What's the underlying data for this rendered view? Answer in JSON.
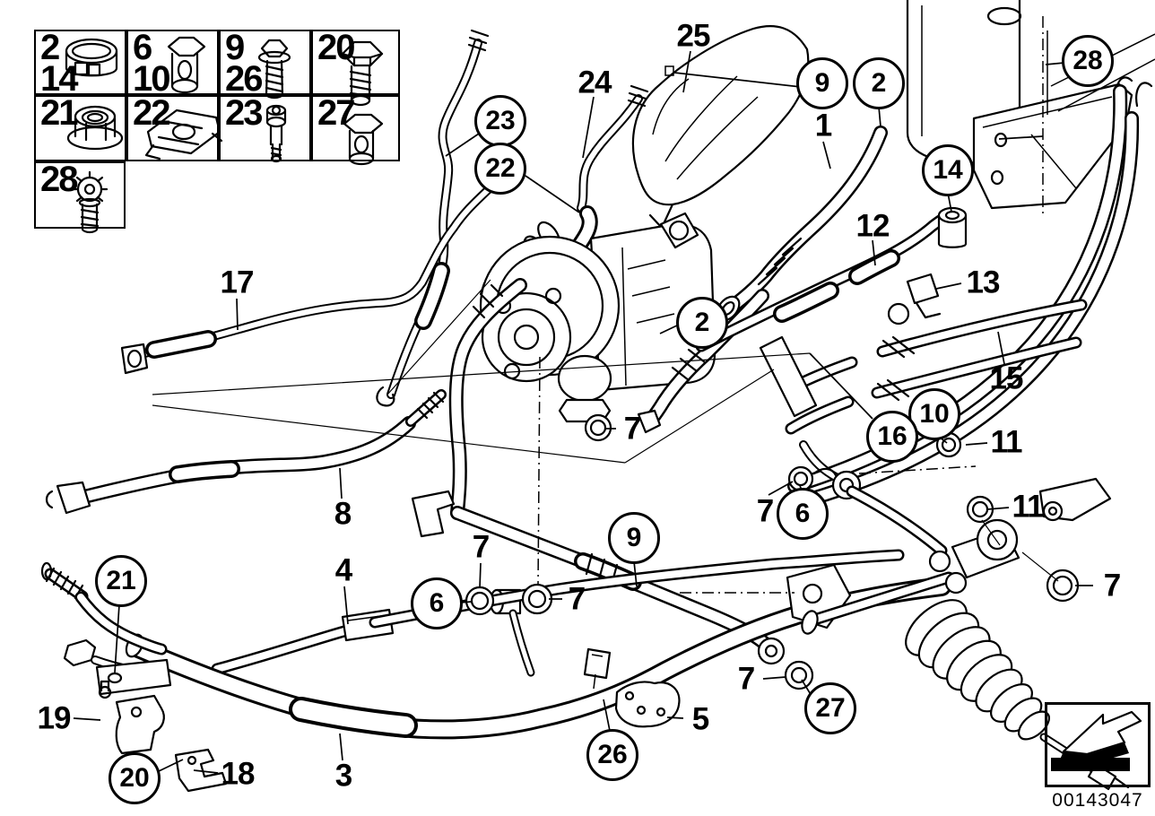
{
  "legend": {
    "cells": [
      {
        "numbers": [
          "2",
          "14"
        ],
        "icon": "hose-clamp"
      },
      {
        "numbers": [
          "6",
          "10"
        ],
        "icon": "banjo-bolt"
      },
      {
        "numbers": [
          "9",
          "26"
        ],
        "icon": "flanged-screw"
      },
      {
        "numbers": [
          "20"
        ],
        "icon": "hex-bolt"
      },
      {
        "numbers": [
          "21"
        ],
        "icon": "flange-nut"
      },
      {
        "numbers": [
          "22"
        ],
        "icon": "pipe-clamp-bracket"
      },
      {
        "numbers": [
          "23"
        ],
        "icon": "shoulder-pin"
      },
      {
        "numbers": [
          "27"
        ],
        "icon": "banjo-bolt"
      },
      {
        "numbers": [
          "28"
        ],
        "icon": "torx-screw"
      }
    ]
  },
  "callouts": [
    {
      "label": "25",
      "style": "plain"
    },
    {
      "label": "24",
      "style": "plain"
    },
    {
      "label": "9",
      "style": "circled"
    },
    {
      "label": "2",
      "style": "circled"
    },
    {
      "label": "28",
      "style": "circled"
    },
    {
      "label": "1",
      "style": "plain"
    },
    {
      "label": "23",
      "style": "circled"
    },
    {
      "label": "22",
      "style": "circled"
    },
    {
      "label": "14",
      "style": "circled"
    },
    {
      "label": "12",
      "style": "plain"
    },
    {
      "label": "13",
      "style": "plain"
    },
    {
      "label": "17",
      "style": "plain"
    },
    {
      "label": "2",
      "style": "circled"
    },
    {
      "label": "15",
      "style": "plain"
    },
    {
      "label": "10",
      "style": "circled"
    },
    {
      "label": "7",
      "style": "plain"
    },
    {
      "label": "16",
      "style": "circled"
    },
    {
      "label": "11",
      "style": "plain"
    },
    {
      "label": "7",
      "style": "plain"
    },
    {
      "label": "6",
      "style": "circled"
    },
    {
      "label": "11",
      "style": "plain"
    },
    {
      "label": "8",
      "style": "plain"
    },
    {
      "label": "9",
      "style": "circled"
    },
    {
      "label": "7",
      "style": "plain"
    },
    {
      "label": "21",
      "style": "circled"
    },
    {
      "label": "7",
      "style": "plain"
    },
    {
      "label": "6",
      "style": "circled"
    },
    {
      "label": "4",
      "style": "plain"
    },
    {
      "label": "7",
      "style": "plain"
    },
    {
      "label": "19",
      "style": "plain"
    },
    {
      "label": "7",
      "style": "plain"
    },
    {
      "label": "27",
      "style": "circled"
    },
    {
      "label": "5",
      "style": "plain"
    },
    {
      "label": "26",
      "style": "circled"
    },
    {
      "label": "20",
      "style": "circled"
    },
    {
      "label": "18",
      "style": "plain"
    },
    {
      "label": "3",
      "style": "plain"
    }
  ],
  "footer": {
    "drawing_number": "00143047",
    "arrow_icon": "direction-arrow"
  }
}
